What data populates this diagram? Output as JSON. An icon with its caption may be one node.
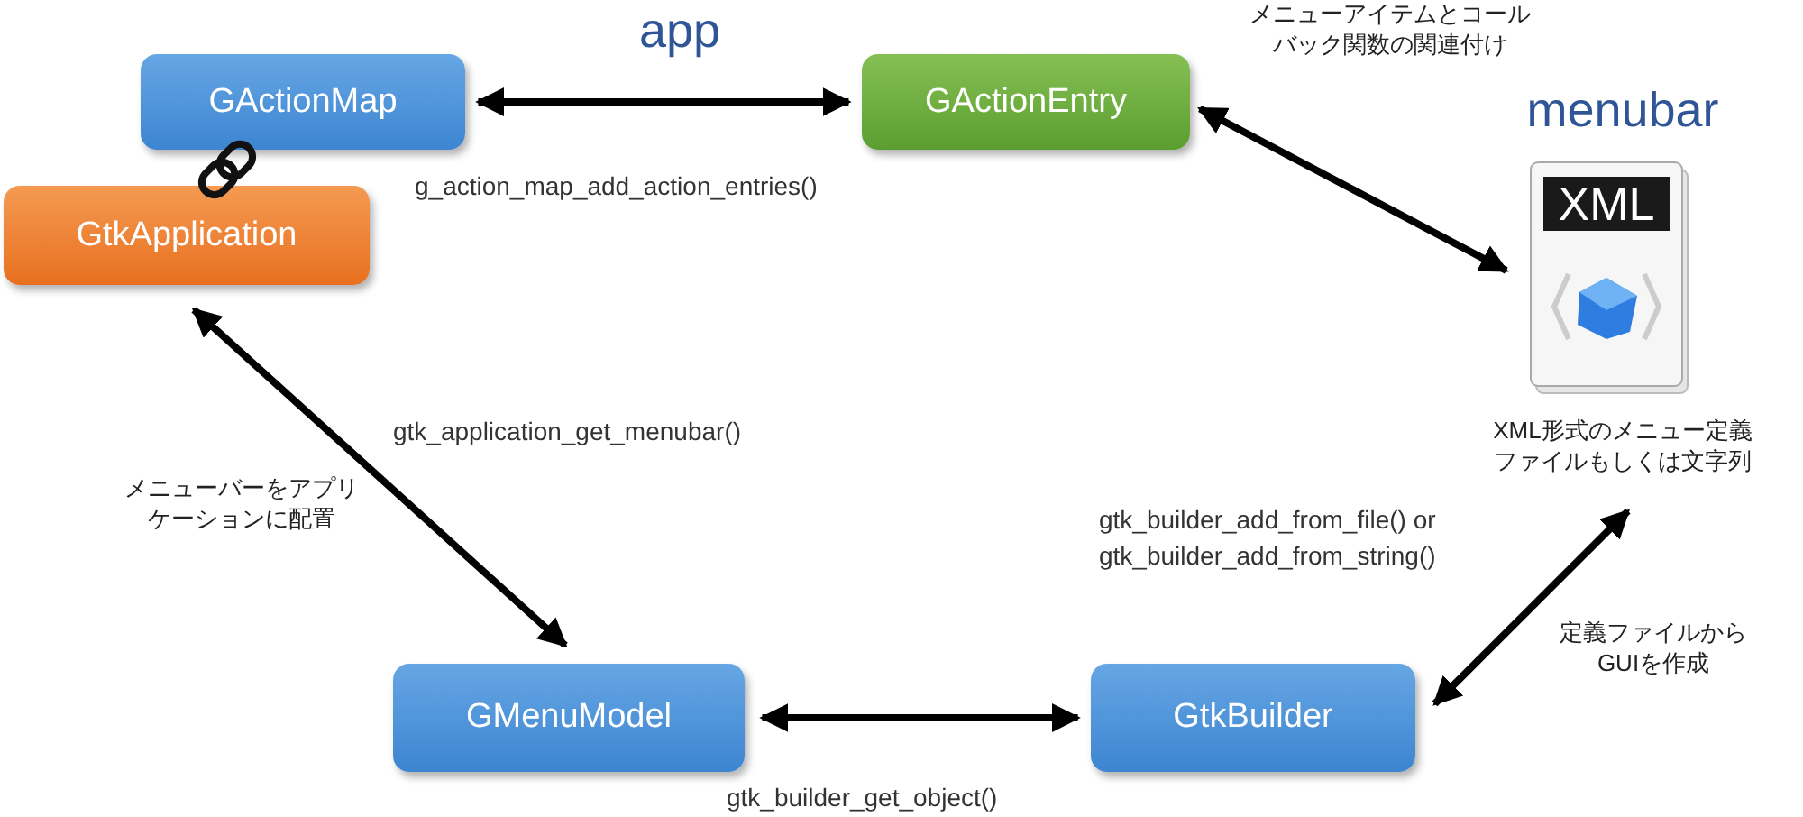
{
  "diagram": {
    "nodes": [
      {
        "text": [
          "GActionMap"
        ]
      },
      {
        "text": [
          "GtkApplication"
        ]
      },
      {
        "text": [
          "GActionEntry"
        ]
      },
      {
        "text": [
          "XML"
        ],
        "beside": [
          "menubar",
          "XML形式のメニュー定義ファイルもしくは文字列"
        ]
      },
      {
        "text": [
          "GMenuModel"
        ]
      },
      {
        "text": [
          "GtkBuilder"
        ]
      }
    ],
    "edges": [
      {
        "from": 0,
        "to": 2,
        "arrow": "both",
        "label": "g_action_map_add_action_entries()"
      },
      {
        "from": 2,
        "to": 3,
        "arrow": "both"
      },
      {
        "from": 1,
        "to": 4,
        "arrow": "both",
        "label": "gtk_application_get_menubar()"
      },
      {
        "from": 4,
        "to": 5,
        "arrow": "both",
        "label": "gtk_builder_get_object()"
      },
      {
        "from": 3,
        "to": 5,
        "arrow": "both",
        "label": "gtk_builder_add_from_file() or gtk_builder_add_from_string()"
      }
    ],
    "labels": [
      "app",
      "メニューアイテムとコールバック関数の関連付け",
      "メニューバーをアプリケーションに配置",
      "定義ファイルからGUIを作成"
    ]
  }
}
